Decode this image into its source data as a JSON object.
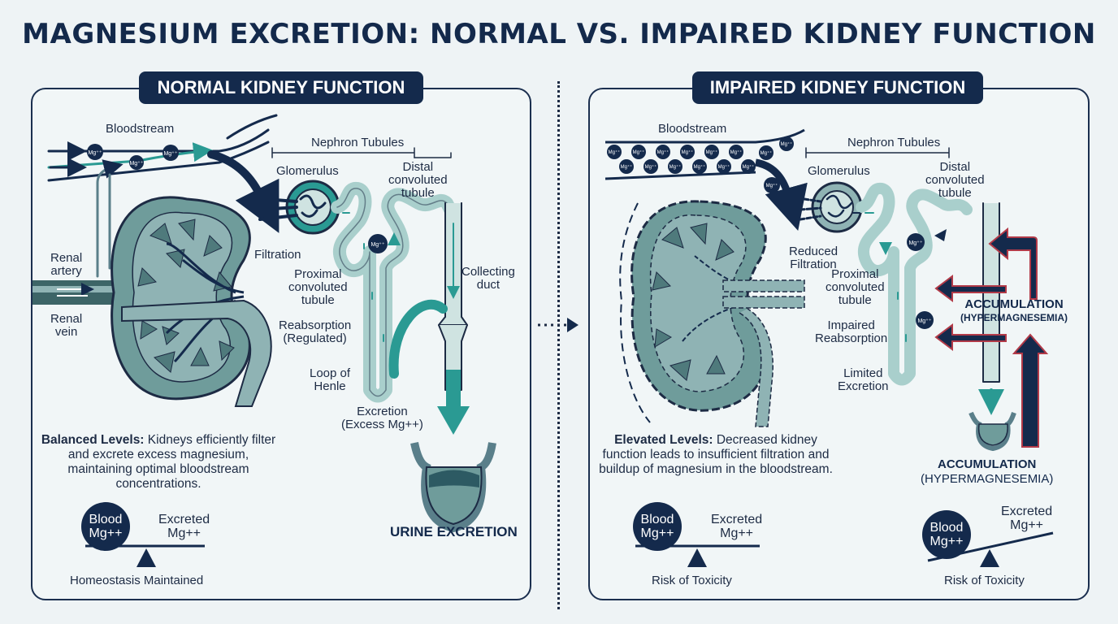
{
  "title": "MAGNESIUM EXCRETION: NORMAL VS. IMPAIRED KIDNEY FUNCTION",
  "ion_label": "Mg++",
  "normal": {
    "badge": "NORMAL KIDNEY FUNCTION",
    "bloodstream": "Bloodstream",
    "nephron_tubules": "Nephron Tubules",
    "glomerulus": "Glomerulus",
    "distal": [
      "Distal",
      "convoluted",
      "tubule"
    ],
    "renal_artery": [
      "Renal",
      "artery"
    ],
    "renal_vein": [
      "Renal",
      "vein"
    ],
    "filtration": "Filtration",
    "proximal": [
      "Proximal",
      "convoluted",
      "tubule"
    ],
    "collecting": [
      "Collecting",
      "duct"
    ],
    "reabsorption": [
      "Reabsorption",
      "(Regulated)"
    ],
    "loop": [
      "Loop of",
      "Henle"
    ],
    "excretion": [
      "Excretion",
      "(Excess Mg++)"
    ],
    "summary_bold": "Balanced Levels:",
    "summary_rest": " Kidneys efficiently filter and excrete excess magnesium, maintaining optimal bloodstream concentrations.",
    "blood_mg": [
      "Blood",
      "Mg++"
    ],
    "excreted_mg": [
      "Excreted",
      "Mg++"
    ],
    "balance_caption": "Homeostasis Maintained",
    "urine": "URINE EXCRETION"
  },
  "impaired": {
    "badge": "IMPAIRED KIDNEY FUNCTION",
    "bloodstream": "Bloodstream",
    "nephron_tubules": "Nephron Tubules",
    "glomerulus": "Glomerulus",
    "distal": [
      "Distal",
      "convoluted",
      "tubule"
    ],
    "reduced": [
      "Reduced",
      "Filtration"
    ],
    "proximal": [
      "Proximal",
      "convoluted",
      "tubule"
    ],
    "impaired_reab": [
      "Impaired",
      "Reabsorption"
    ],
    "limited": [
      "Limited",
      "Excretion"
    ],
    "accumulation": "ACCUMULATION",
    "hyper": "(HYPERMAGNESEMIA)",
    "summary_bold": "Elevated Levels:",
    "summary_rest": " Decreased kidney function leads to insufficient filtration and buildup of magnesium in the bloodstream.",
    "blood_mg": [
      "Blood",
      "Mg++"
    ],
    "excreted_mg": [
      "Excreted",
      "Mg++"
    ],
    "balance_caption_left": "Risk of Toxicity",
    "balance_caption_right": "Risk of Toxicity"
  },
  "colors": {
    "navy": "#142a4c",
    "teal": "#2a9a93",
    "kidney": "#6f9c9b",
    "kidney_dark": "#3d6567",
    "tubule": "#a9cfcc",
    "warning_red": "#b23a48"
  }
}
